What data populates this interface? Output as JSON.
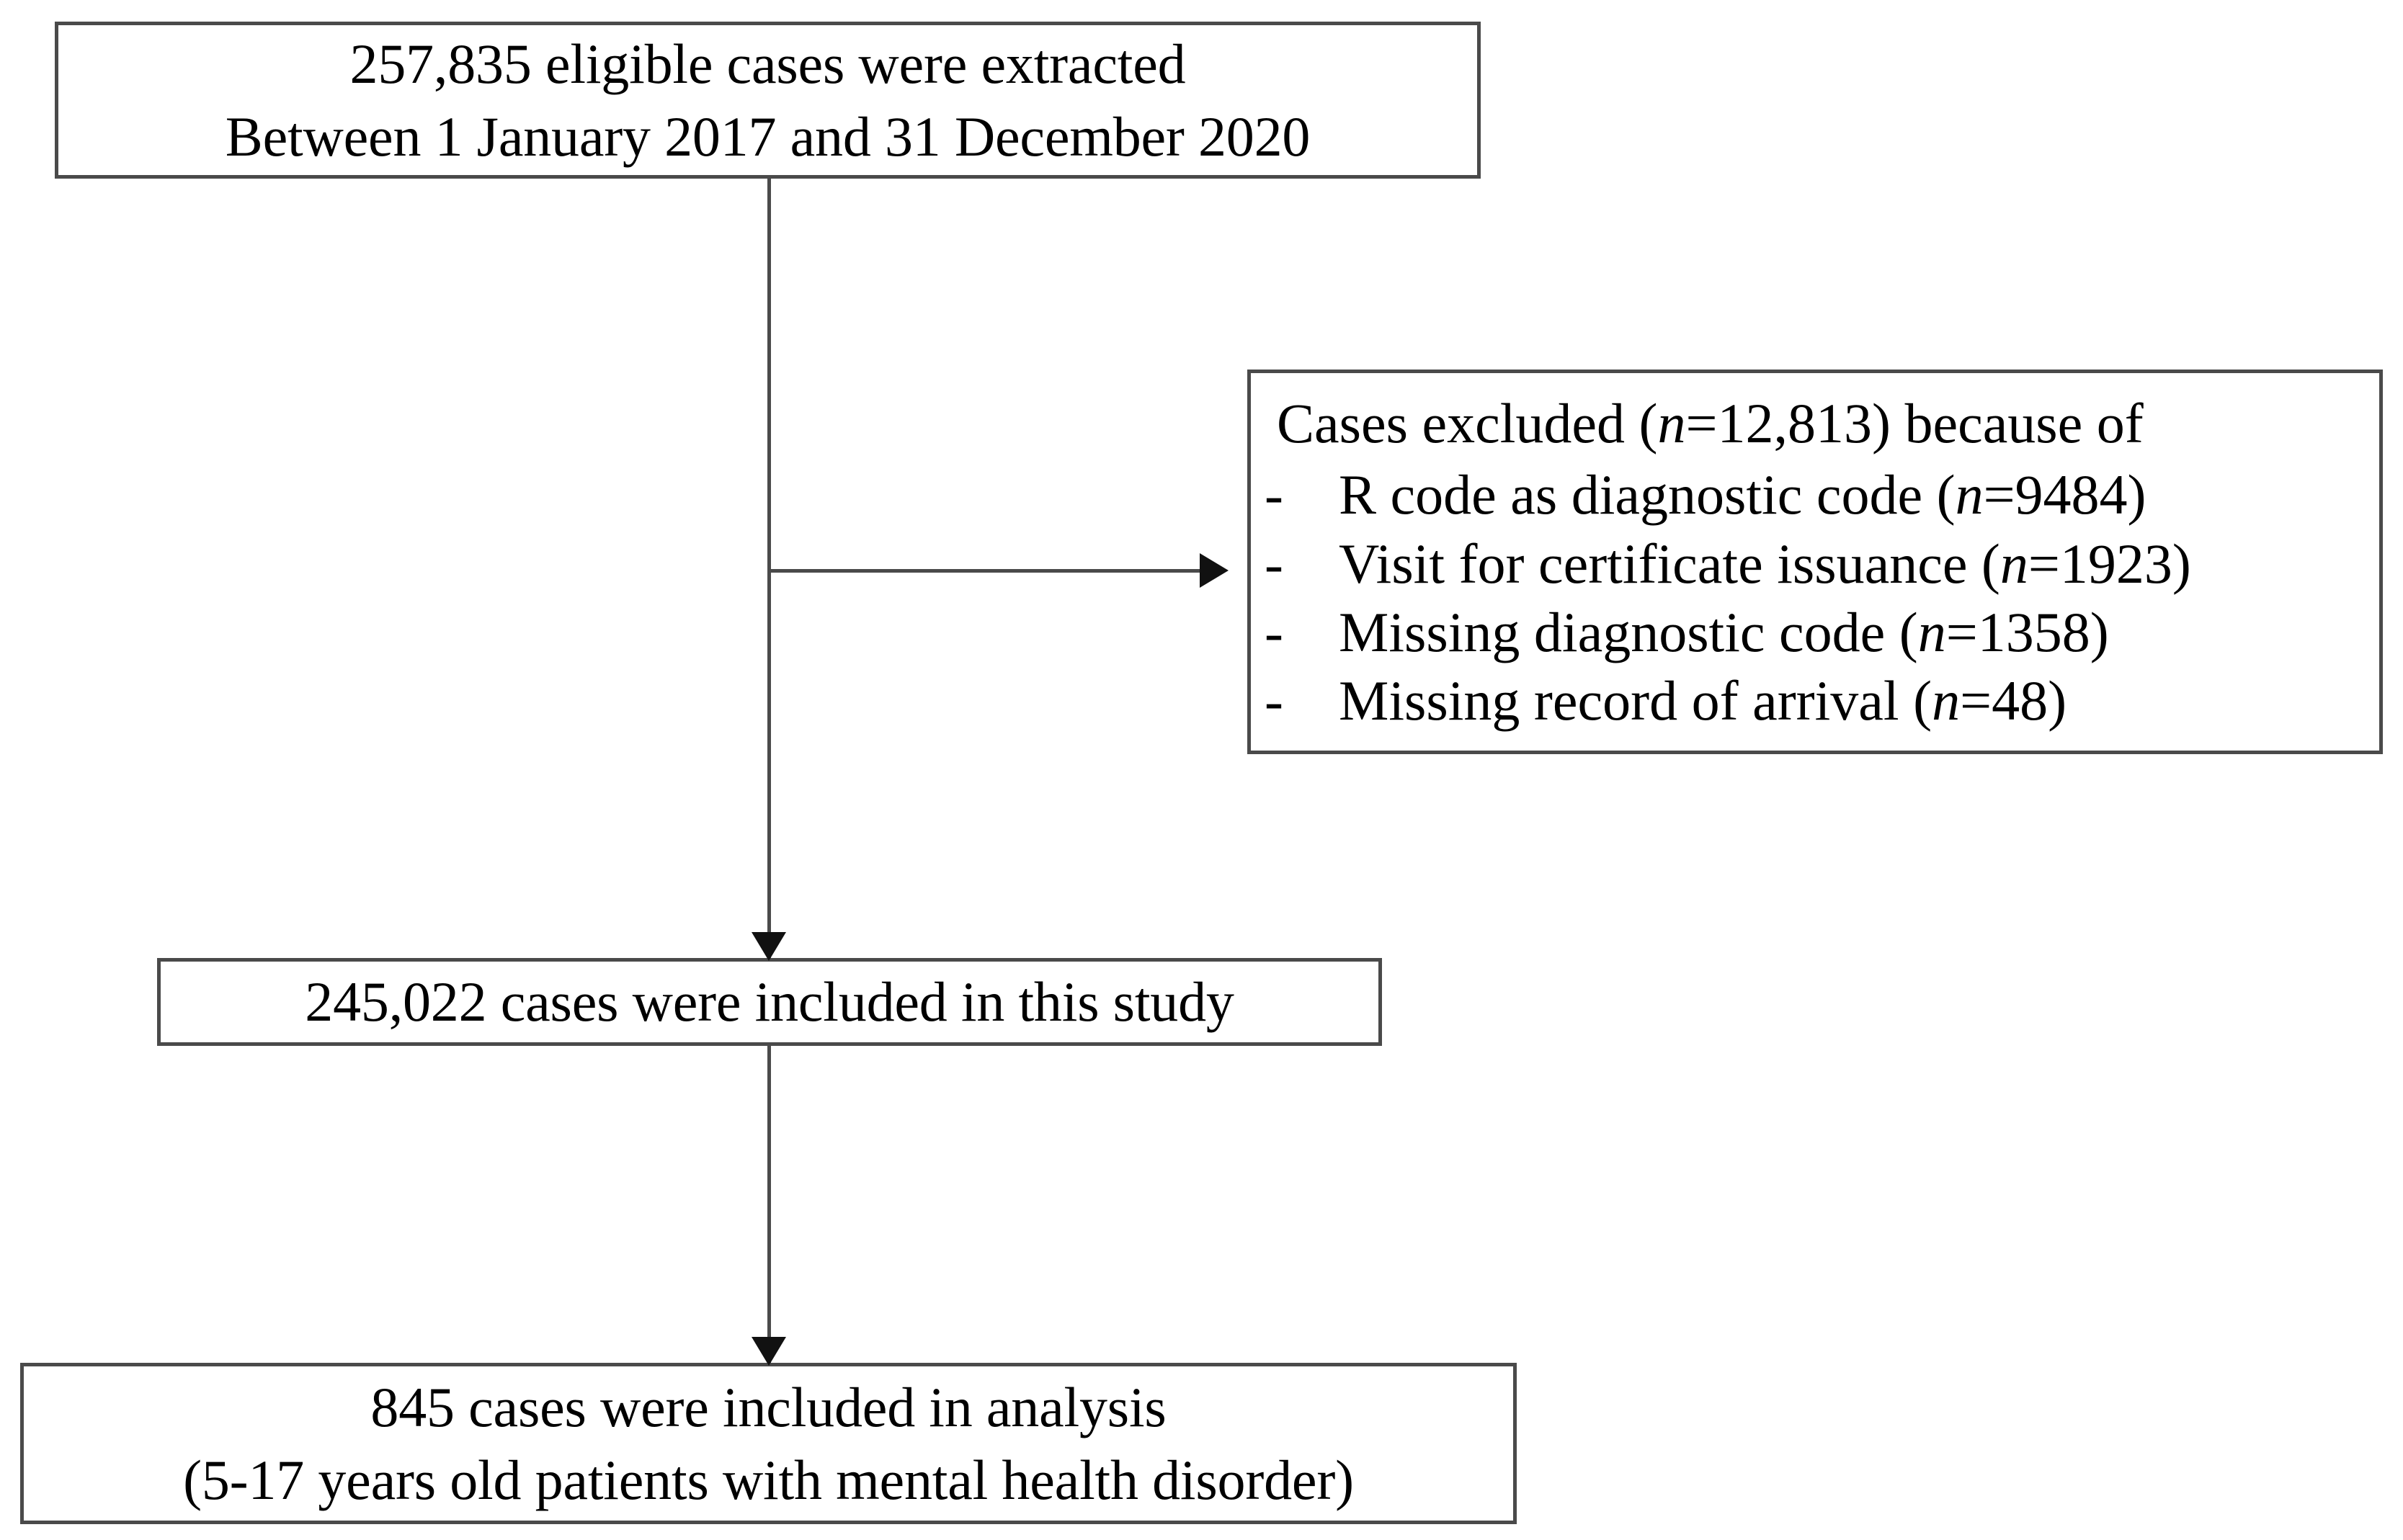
{
  "figure": {
    "type": "study-flow-diagram",
    "stroke_color": "#4a4a4a",
    "arrow_color": "#111111",
    "background_color": "#ffffff"
  },
  "nodes": {
    "extracted": {
      "line1": "257,835 eligible cases were extracted",
      "line2": "Between 1 January 2017 and 31 December 2020"
    },
    "excluded": {
      "heading_prefix": "Cases excluded (",
      "heading_n": "n",
      "heading_value": "=12,813) because of",
      "bullet": "-",
      "items": [
        {
          "label": "R code as diagnostic code (",
          "n": "n",
          "value": "=9484)"
        },
        {
          "label": "Visit for certificate issuance (",
          "n": "n",
          "value": "=1923)"
        },
        {
          "label": "Missing diagnostic code (",
          "n": "n",
          "value": "=1358)"
        },
        {
          "label": "Missing record of arrival (",
          "n": "n",
          "value": "=48)"
        }
      ]
    },
    "included": {
      "line1": "245,022 cases were included in this study"
    },
    "analysis": {
      "line1": "845 cases were included in analysis",
      "line2": "(5-17 years old patients with mental health disorder)"
    }
  }
}
